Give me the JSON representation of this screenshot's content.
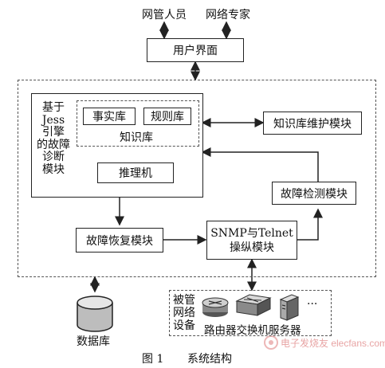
{
  "top_labels": {
    "admin": "网管人员",
    "expert": "网络专家"
  },
  "user_interface": "用户界面",
  "engine_module": {
    "lines": [
      "基于",
      "Jess",
      "引擎",
      "的故障",
      "诊断",
      "模块"
    ]
  },
  "knowledge_base": {
    "fact_base": "事实库",
    "rule_base": "规则库",
    "label": "知识库"
  },
  "inference_engine": "推理机",
  "kb_maintenance": "知识库维护模块",
  "fault_detection": "故障检测模块",
  "fault_recovery": "故障恢复模块",
  "snmp_telnet": {
    "line1": "SNMP与Telnet",
    "line2": "操纵模块"
  },
  "database": "数据库",
  "managed_devices": {
    "label_lines": [
      "被管",
      "网络",
      "设备"
    ],
    "devices_label": "路由器交换机服务器",
    "ellipsis": "···"
  },
  "caption": {
    "fig": "图 1",
    "title": "系统结构"
  },
  "watermark": "电子发烧友 elecfans.com"
}
